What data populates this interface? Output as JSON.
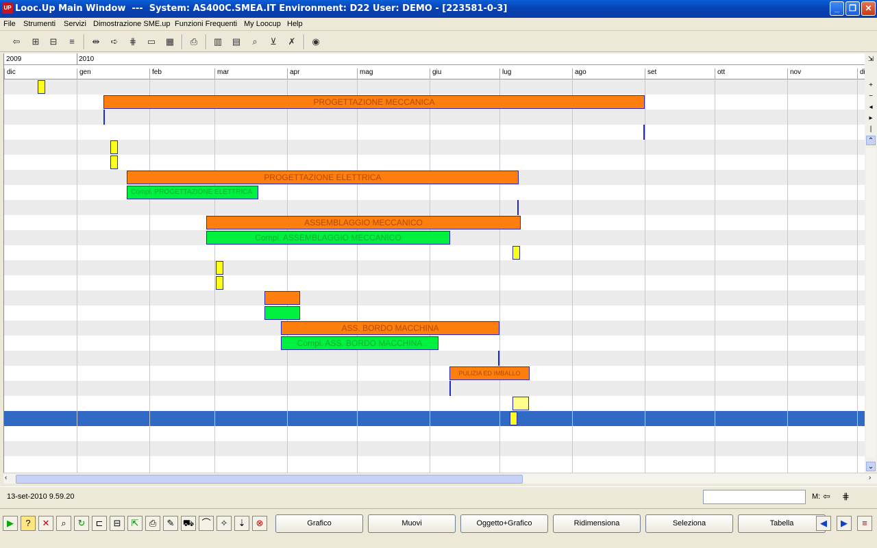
{
  "window": {
    "title": "Looc.Up Main Window  ---  System: AS400C.SMEA.IT Environment: D22 User: DEMO - [223581-0-3]",
    "icon_text": "UP"
  },
  "menu": {
    "items": [
      "File",
      "Strumenti",
      "Servizi",
      "Dimostrazione SME.up",
      "Funzioni Frequenti",
      "My Loocup",
      "Help"
    ]
  },
  "timeline": {
    "years": [
      "2009",
      "2010"
    ],
    "months": [
      "dic",
      "gen",
      "feb",
      "mar",
      "apr",
      "mag",
      "giu",
      "lug",
      "ago",
      "set",
      "ott",
      "nov",
      "di"
    ]
  },
  "bars": [
    {
      "label": "PROGETTAZIONE MECCANICA",
      "color": "orange"
    },
    {
      "label": "PROGETTAZIONE ELETTRICA",
      "color": "orange"
    },
    {
      "label": "Compl. PROGETTAZIONE ELETTRICA",
      "color": "green"
    },
    {
      "label": "ASSEMBLAGGIO MECCANICO",
      "color": "orange"
    },
    {
      "label": "Compl. ASSEMBLAGGIO MECCANICO",
      "color": "green"
    },
    {
      "label": "",
      "color": "orange"
    },
    {
      "label": "",
      "color": "green"
    },
    {
      "label": "ASS. BORDO MACCHINA",
      "color": "orange"
    },
    {
      "label": "Compl. ASS. BORDO MACCHINA",
      "color": "green"
    },
    {
      "label": "PULIZIA ED IMBALLO",
      "color": "orange"
    }
  ],
  "selected_row_color": "#316ac5",
  "status": {
    "datetime": "13-set-2010 9.59.20",
    "mode_label": "M:"
  },
  "buttons": [
    "Grafico",
    "Muovi",
    "Oggetto+Grafico",
    "Ridimensiona",
    "Seleziona",
    "Tabella"
  ]
}
